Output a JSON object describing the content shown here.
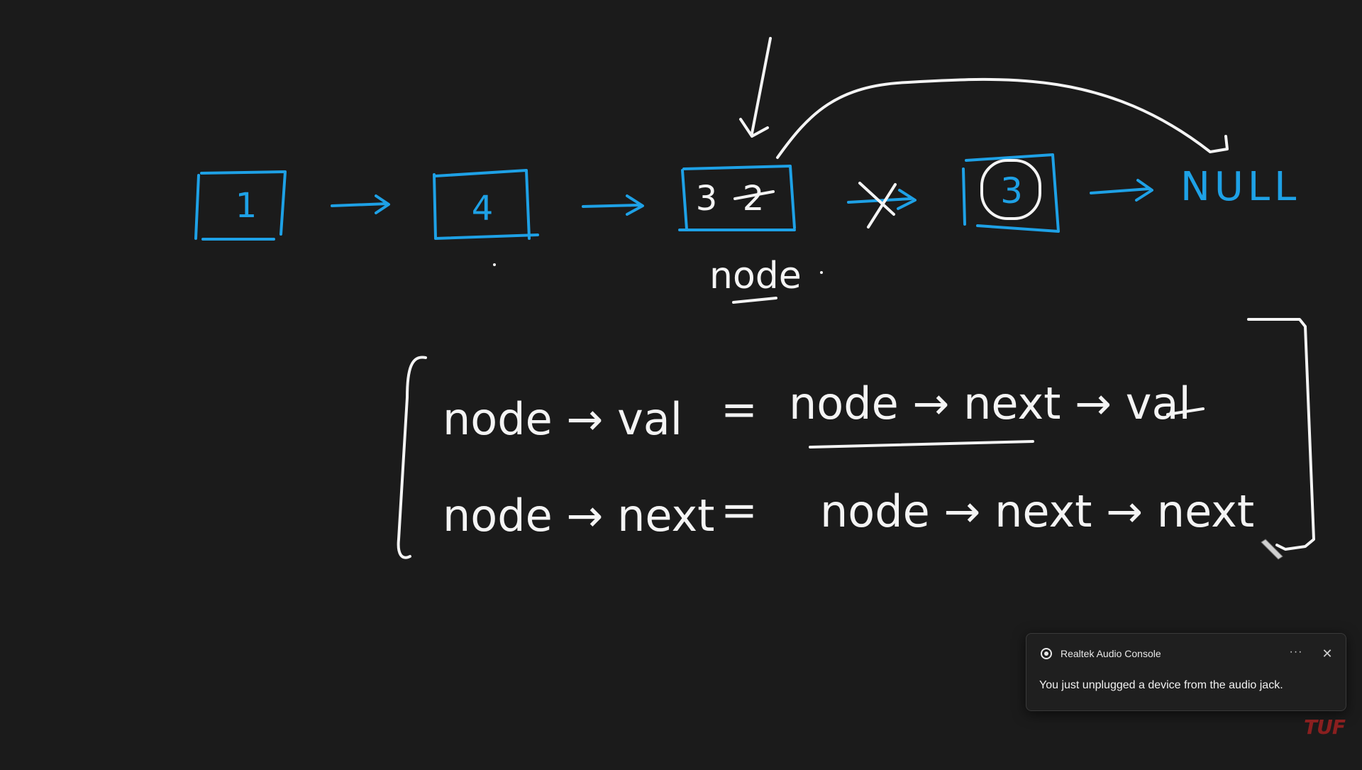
{
  "board": {
    "nodes": [
      {
        "label": "1"
      },
      {
        "label": "4"
      },
      {
        "label": "3",
        "struck": "2"
      },
      {
        "label": "3"
      }
    ],
    "null_label": "NULL",
    "node_pointer_label": "node",
    "code_lines": [
      {
        "lhs": "node → val",
        "eq": "=",
        "rhs": "node → next → val"
      },
      {
        "lhs": "node → next",
        "eq": "=",
        "rhs": "node → next → next"
      }
    ],
    "colors": {
      "background": "#1b1b1b",
      "blue_ink": "#1ea1e6",
      "white_ink": "#f4f4f4"
    }
  },
  "notification": {
    "app_name": "Realtek Audio Console",
    "app_icon": "realtek-audio-icon",
    "message": "You just unplugged a device from the audio jack.",
    "more_label": "···",
    "close_label": "✕"
  },
  "watermark": {
    "text": "TUF",
    "color": "#8a1f1f"
  }
}
